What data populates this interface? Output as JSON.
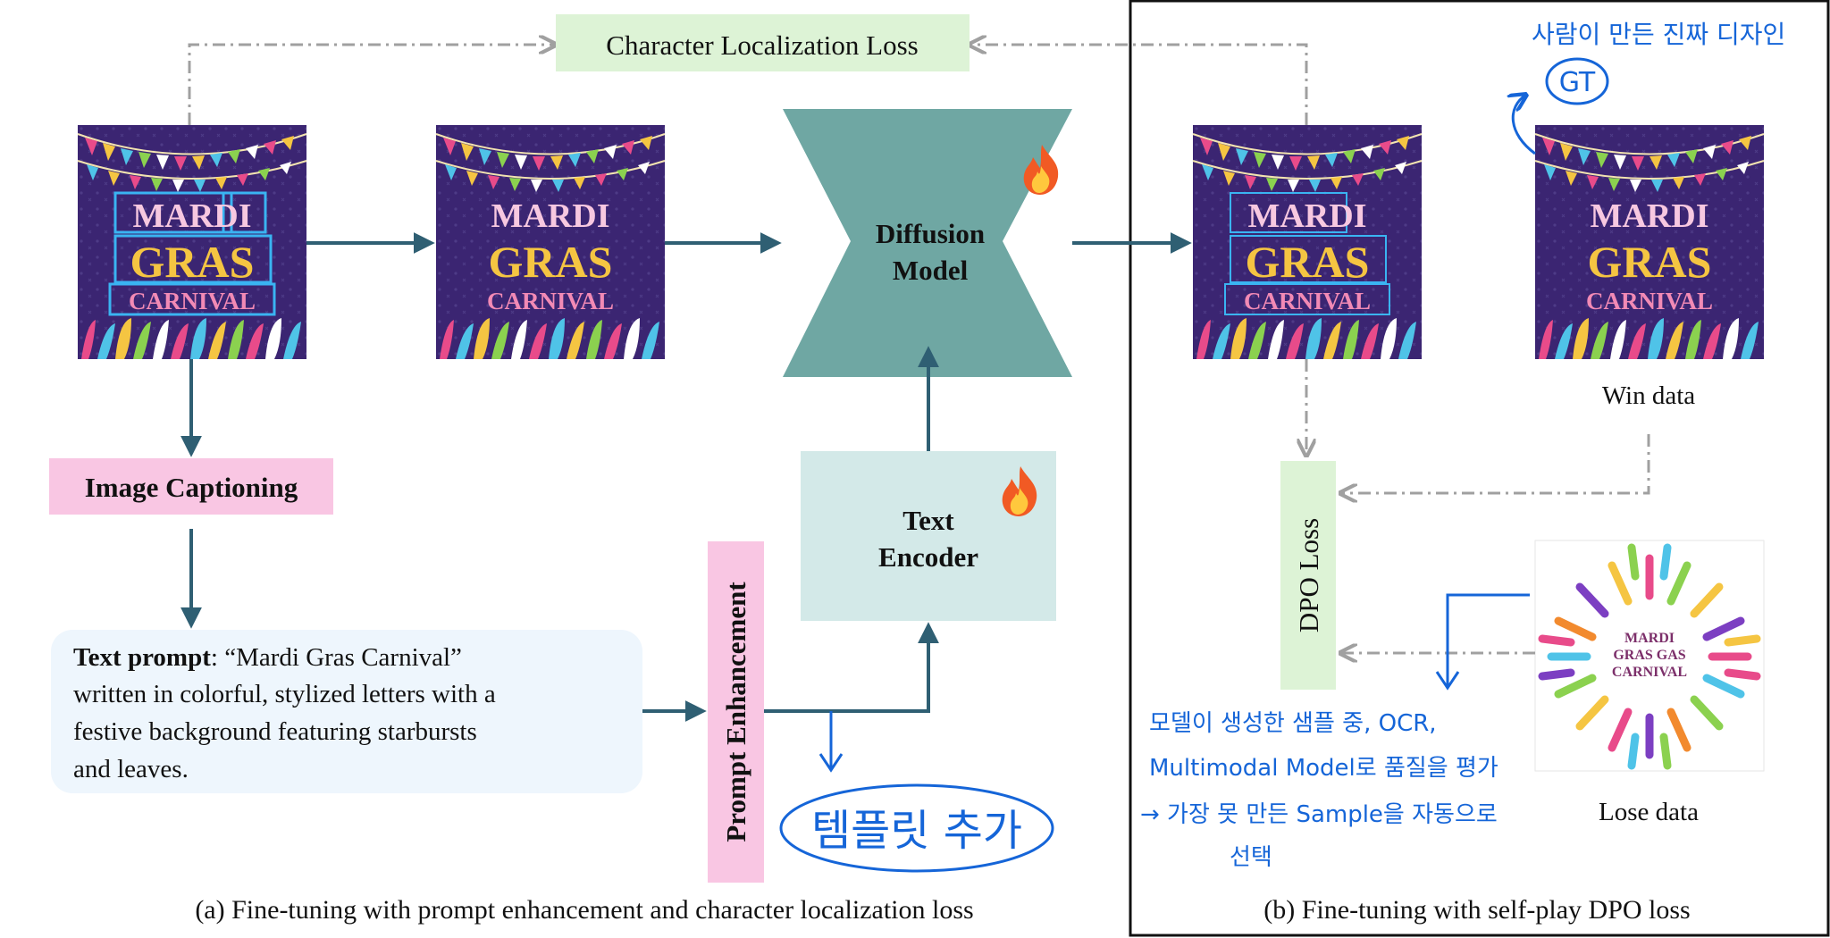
{
  "loss_top": "Character Localization Loss",
  "image_captioning": "Image Captioning",
  "diffusion_model": [
    "Diffusion",
    "Model"
  ],
  "text_encoder": [
    "Text",
    "Encoder"
  ],
  "prompt_enhancement": "Prompt Enhancement",
  "text_prompt": {
    "label": "Text prompt",
    "lines": [
      ": “Mardi Gras Carnival”",
      "written in colorful, stylized letters with a",
      "festive background featuring starbursts",
      "and leaves."
    ]
  },
  "poster": [
    "MARDI",
    "GRAS",
    "CARNIVAL"
  ],
  "lose_poster": [
    "MARDI",
    "GRAS GAS",
    "CARNIVAL"
  ],
  "dpo_loss": "DPO Loss",
  "win_data": "Win data",
  "lose_data": "Lose data",
  "caption_a": "(a) Fine-tuning with prompt enhancement and character localization loss",
  "caption_b": "(b) Fine-tuning with self-play DPO loss",
  "annotations": {
    "gt_note": "사람이 만든 진짜 디자인",
    "gt": "GT",
    "template": "템플릿 추가",
    "ocr_line1": "모델이 생성한 샘플 중, OCR,",
    "ocr_line2": "Multimodal Model로 품질을 평가",
    "ocr_line3": "→ 가장 못 만든 Sample을 자동으로",
    "ocr_line4": "선택"
  },
  "colors": {
    "arrow": "#2f5f73",
    "model": "#6fa7a3",
    "encoder": "#d3e9e8",
    "loss_green": "#ddf3d6",
    "pink": "#f9c6e3",
    "prompt_bg": "#eef6fd",
    "poster_bg": "#3b2572",
    "ink_blue": "#1565d8"
  },
  "icons": [
    "fire-icon"
  ]
}
